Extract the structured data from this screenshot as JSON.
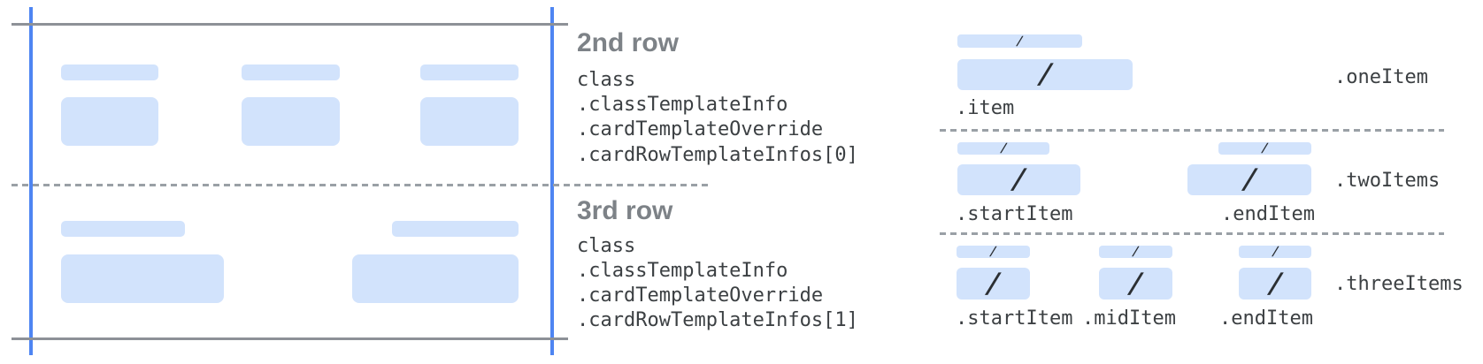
{
  "palette": {
    "item_fill": "#d2e3fc",
    "guide_blue": "#4e85f2",
    "guide_gray": "#8d9197",
    "dash_gray": "#9aa0a6",
    "heading_gray": "#7d8287",
    "code_text": "#3c4043",
    "slash_ink": "#2b2f33",
    "bg": "#ffffff"
  },
  "glyphs": {
    "slash": "/"
  },
  "annotations": {
    "row2": {
      "heading": "2nd row",
      "code": [
        "class",
        ".classTemplateInfo",
        ".cardTemplateOverride",
        ".cardRowTemplateInfos[0]"
      ]
    },
    "row3": {
      "heading": "3rd row",
      "code": [
        "class",
        ".classTemplateInfo",
        ".cardTemplateOverride",
        ".cardRowTemplateInfos[1]"
      ]
    }
  },
  "right_panel": {
    "rows": [
      {
        "name": ".oneItem",
        "labels": [
          ".item"
        ]
      },
      {
        "name": ".twoItems",
        "labels": [
          ".startItem",
          ".endItem"
        ]
      },
      {
        "name": ".threeItems",
        "labels": [
          ".startItem",
          ".midItem",
          ".endItem"
        ]
      }
    ]
  }
}
